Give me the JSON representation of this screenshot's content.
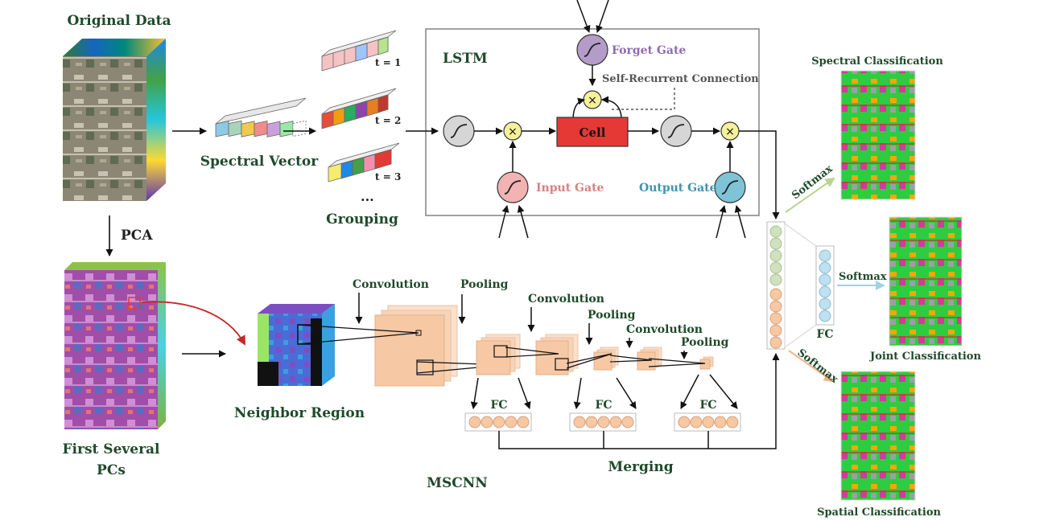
{
  "labels": {
    "original_data": "Original Data",
    "pca": "PCA",
    "first_pcs_line1": "First Several",
    "first_pcs_line2": "PCs",
    "spectral_vector": "Spectral Vector",
    "grouping": "Grouping",
    "t1": "t = 1",
    "t2": "t = 2",
    "t3": "t = 3",
    "ellipsis": "...",
    "lstm": "LSTM",
    "forget_gate": "Forget Gate",
    "self_recurrent": "Self-Recurrent Connection",
    "cell": "Cell",
    "input_gate": "Input Gate",
    "output_gate": "Output Gate",
    "neighbor_region": "Neighbor Region",
    "convolution": "Convolution",
    "pooling": "Pooling",
    "fc": "FC",
    "mscnn": "MSCNN",
    "merging": "Merging",
    "softmax": "Softmax",
    "spectral_classification": "Spectral Classification",
    "joint_classification": "Joint Classification",
    "spatial_classification": "Spatial Classification"
  },
  "colors": {
    "forget_gate": "#b49cc8",
    "input_gate": "#f2b3b3",
    "output_gate": "#7fc4d6",
    "cell": "#e53935",
    "multiply": "#f4f19a",
    "tanh": "#d6d6d6",
    "cnn_block": "#f6c8a4",
    "spectral_fc": "#cfe1bf",
    "spatial_fc": "#f6c8a4",
    "joint_fc": "#bfe0ee",
    "arrow_red": "#c62828",
    "arrow_green": "#b8d48e",
    "arrow_blue": "#9fd3e6",
    "arrow_orange": "#f2b48a"
  }
}
